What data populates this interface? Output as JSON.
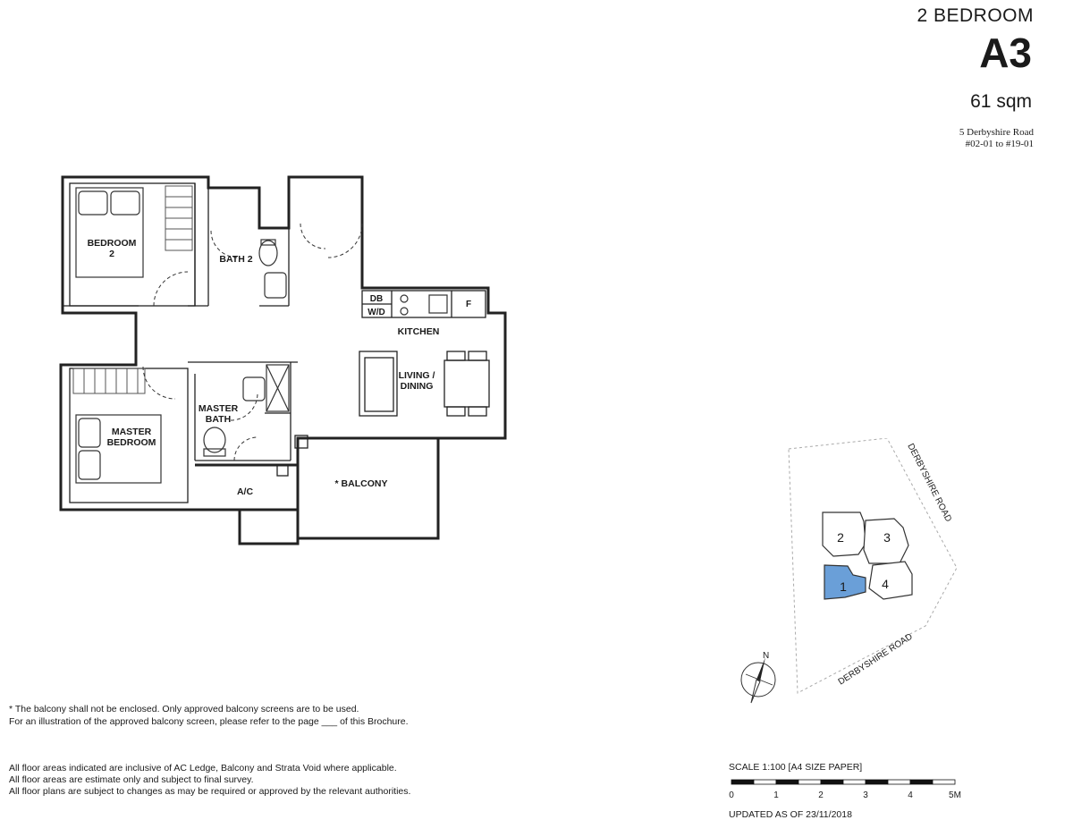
{
  "header": {
    "unit_type": "2 BEDROOM",
    "unit_code": "A3",
    "area": "61 sqm",
    "address_line1": "5 Derbyshire Road",
    "address_line2": "#02-01 to #19-01"
  },
  "rooms": {
    "bedroom2_line1": "BEDROOM",
    "bedroom2_line2": "2",
    "bath2": "BATH 2",
    "master_bedroom_line1": "MASTER",
    "master_bedroom_line2": "BEDROOM",
    "master_bath_line1": "MASTER",
    "master_bath_line2": "BATH",
    "kitchen": "KITCHEN",
    "living_line1": "LIVING /",
    "living_line2": "DINING",
    "ac": "A/C",
    "balcony": "* BALCONY",
    "db": "DB",
    "wd": "W/D",
    "fridge": "F"
  },
  "site_plan": {
    "road_top": "DERBYSHIRE ROAD",
    "road_bottom": "DERBYSHIRE ROAD",
    "units": [
      "1",
      "2",
      "3",
      "4"
    ],
    "highlighted_unit": "1",
    "highlight_color": "#6a9fd8",
    "north": "N"
  },
  "notes": {
    "balcony_note1": "* The balcony shall not be enclosed. Only approved balcony screens are to be used.",
    "balcony_note2": "For an illustration of the approved balcony screen, please refer to the page ___ of this Brochure.",
    "area_note1": "All floor areas indicated are inclusive of AC Ledge, Balcony and Strata Void where applicable.",
    "area_note2": "All floor areas are estimate only and subject to final survey.",
    "area_note3": "All floor plans are subject to changes as may be required or approved by the relevant authorities."
  },
  "scale": {
    "label": "SCALE 1:100 [A4 SIZE PAPER]",
    "ticks": [
      "0",
      "1",
      "2",
      "3",
      "4",
      "5M"
    ]
  },
  "updated": "UPDATED AS OF 23/11/2018"
}
